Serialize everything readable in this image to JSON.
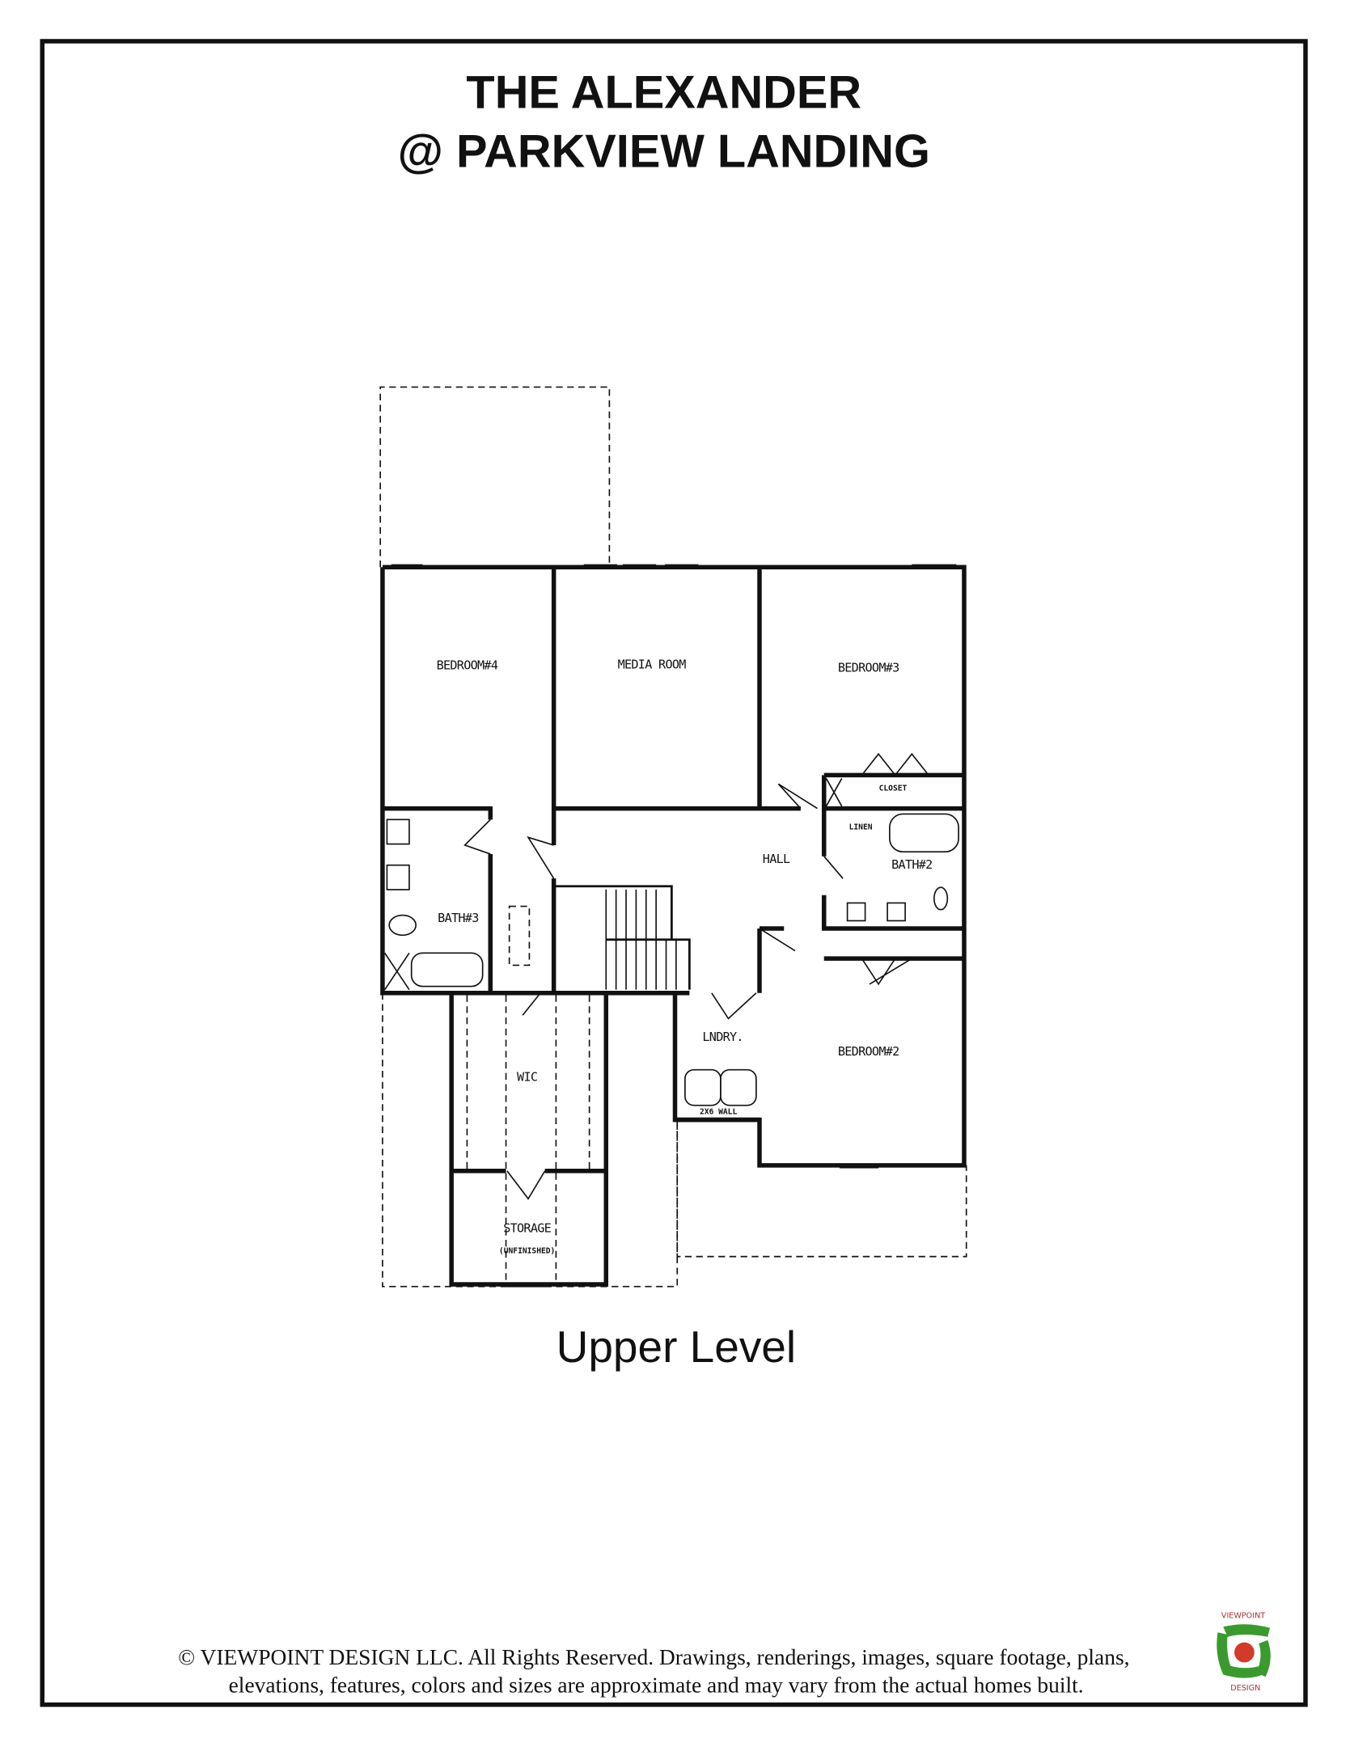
{
  "header": {
    "title_line1": "THE ALEXANDER",
    "title_line2": "@ PARKVIEW LANDING"
  },
  "plan": {
    "level_label": "Upper Level",
    "rooms": {
      "bedroom4": "BEDROOM#4",
      "media_room": "MEDIA ROOM",
      "bedroom3": "BEDROOM#3",
      "closet": "CLOSET",
      "linen": "LINEN",
      "hall": "HALL",
      "bath2": "BATH#2",
      "bath3": "BATH#3",
      "wic": "WIC",
      "laundry": "LNDRY.",
      "laundry_note": "2X6 WALL",
      "bedroom2": "BEDROOM#2",
      "storage": "STORAGE",
      "storage_note": "(UNFINISHED)"
    }
  },
  "footer": {
    "line1": "© VIEWPOINT DESIGN LLC. All Rights Reserved. Drawings, renderings, images, square footage, plans,",
    "line2": "elevations, features, colors and sizes are approximate and may vary from the actual homes built."
  },
  "logo": {
    "top_text": "VIEWPOINT",
    "bottom_text": "DESIGN",
    "green": "#3a9a2e",
    "red": "#d23a2a"
  }
}
